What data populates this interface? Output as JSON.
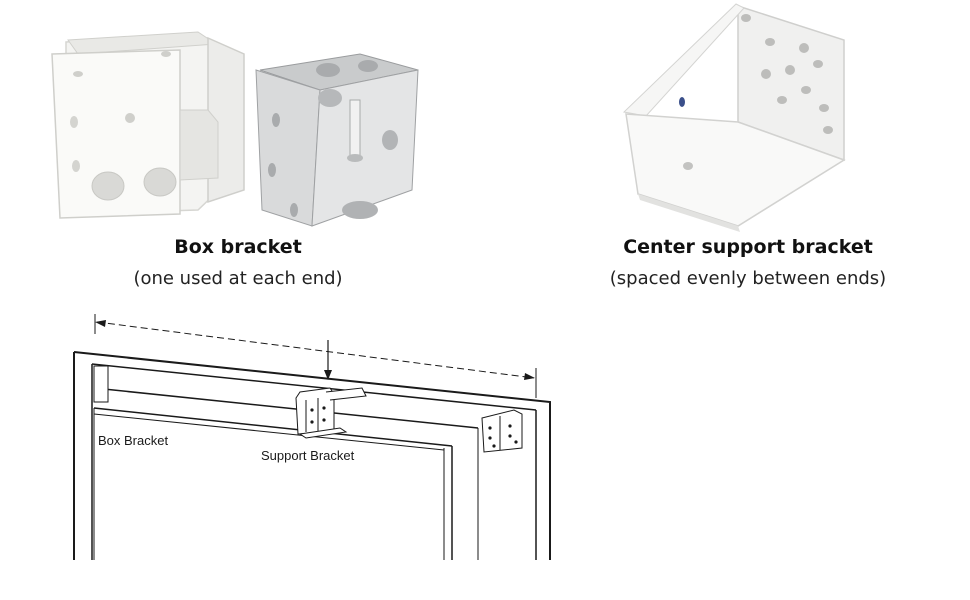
{
  "box_bracket": {
    "title": "Box bracket",
    "subtitle": "(one used at each end)"
  },
  "center_bracket": {
    "title": "Center support bracket",
    "subtitle": "(spaced evenly between ends)"
  },
  "diagram": {
    "box_label": "Box Bracket",
    "support_label": "Support Bracket"
  }
}
